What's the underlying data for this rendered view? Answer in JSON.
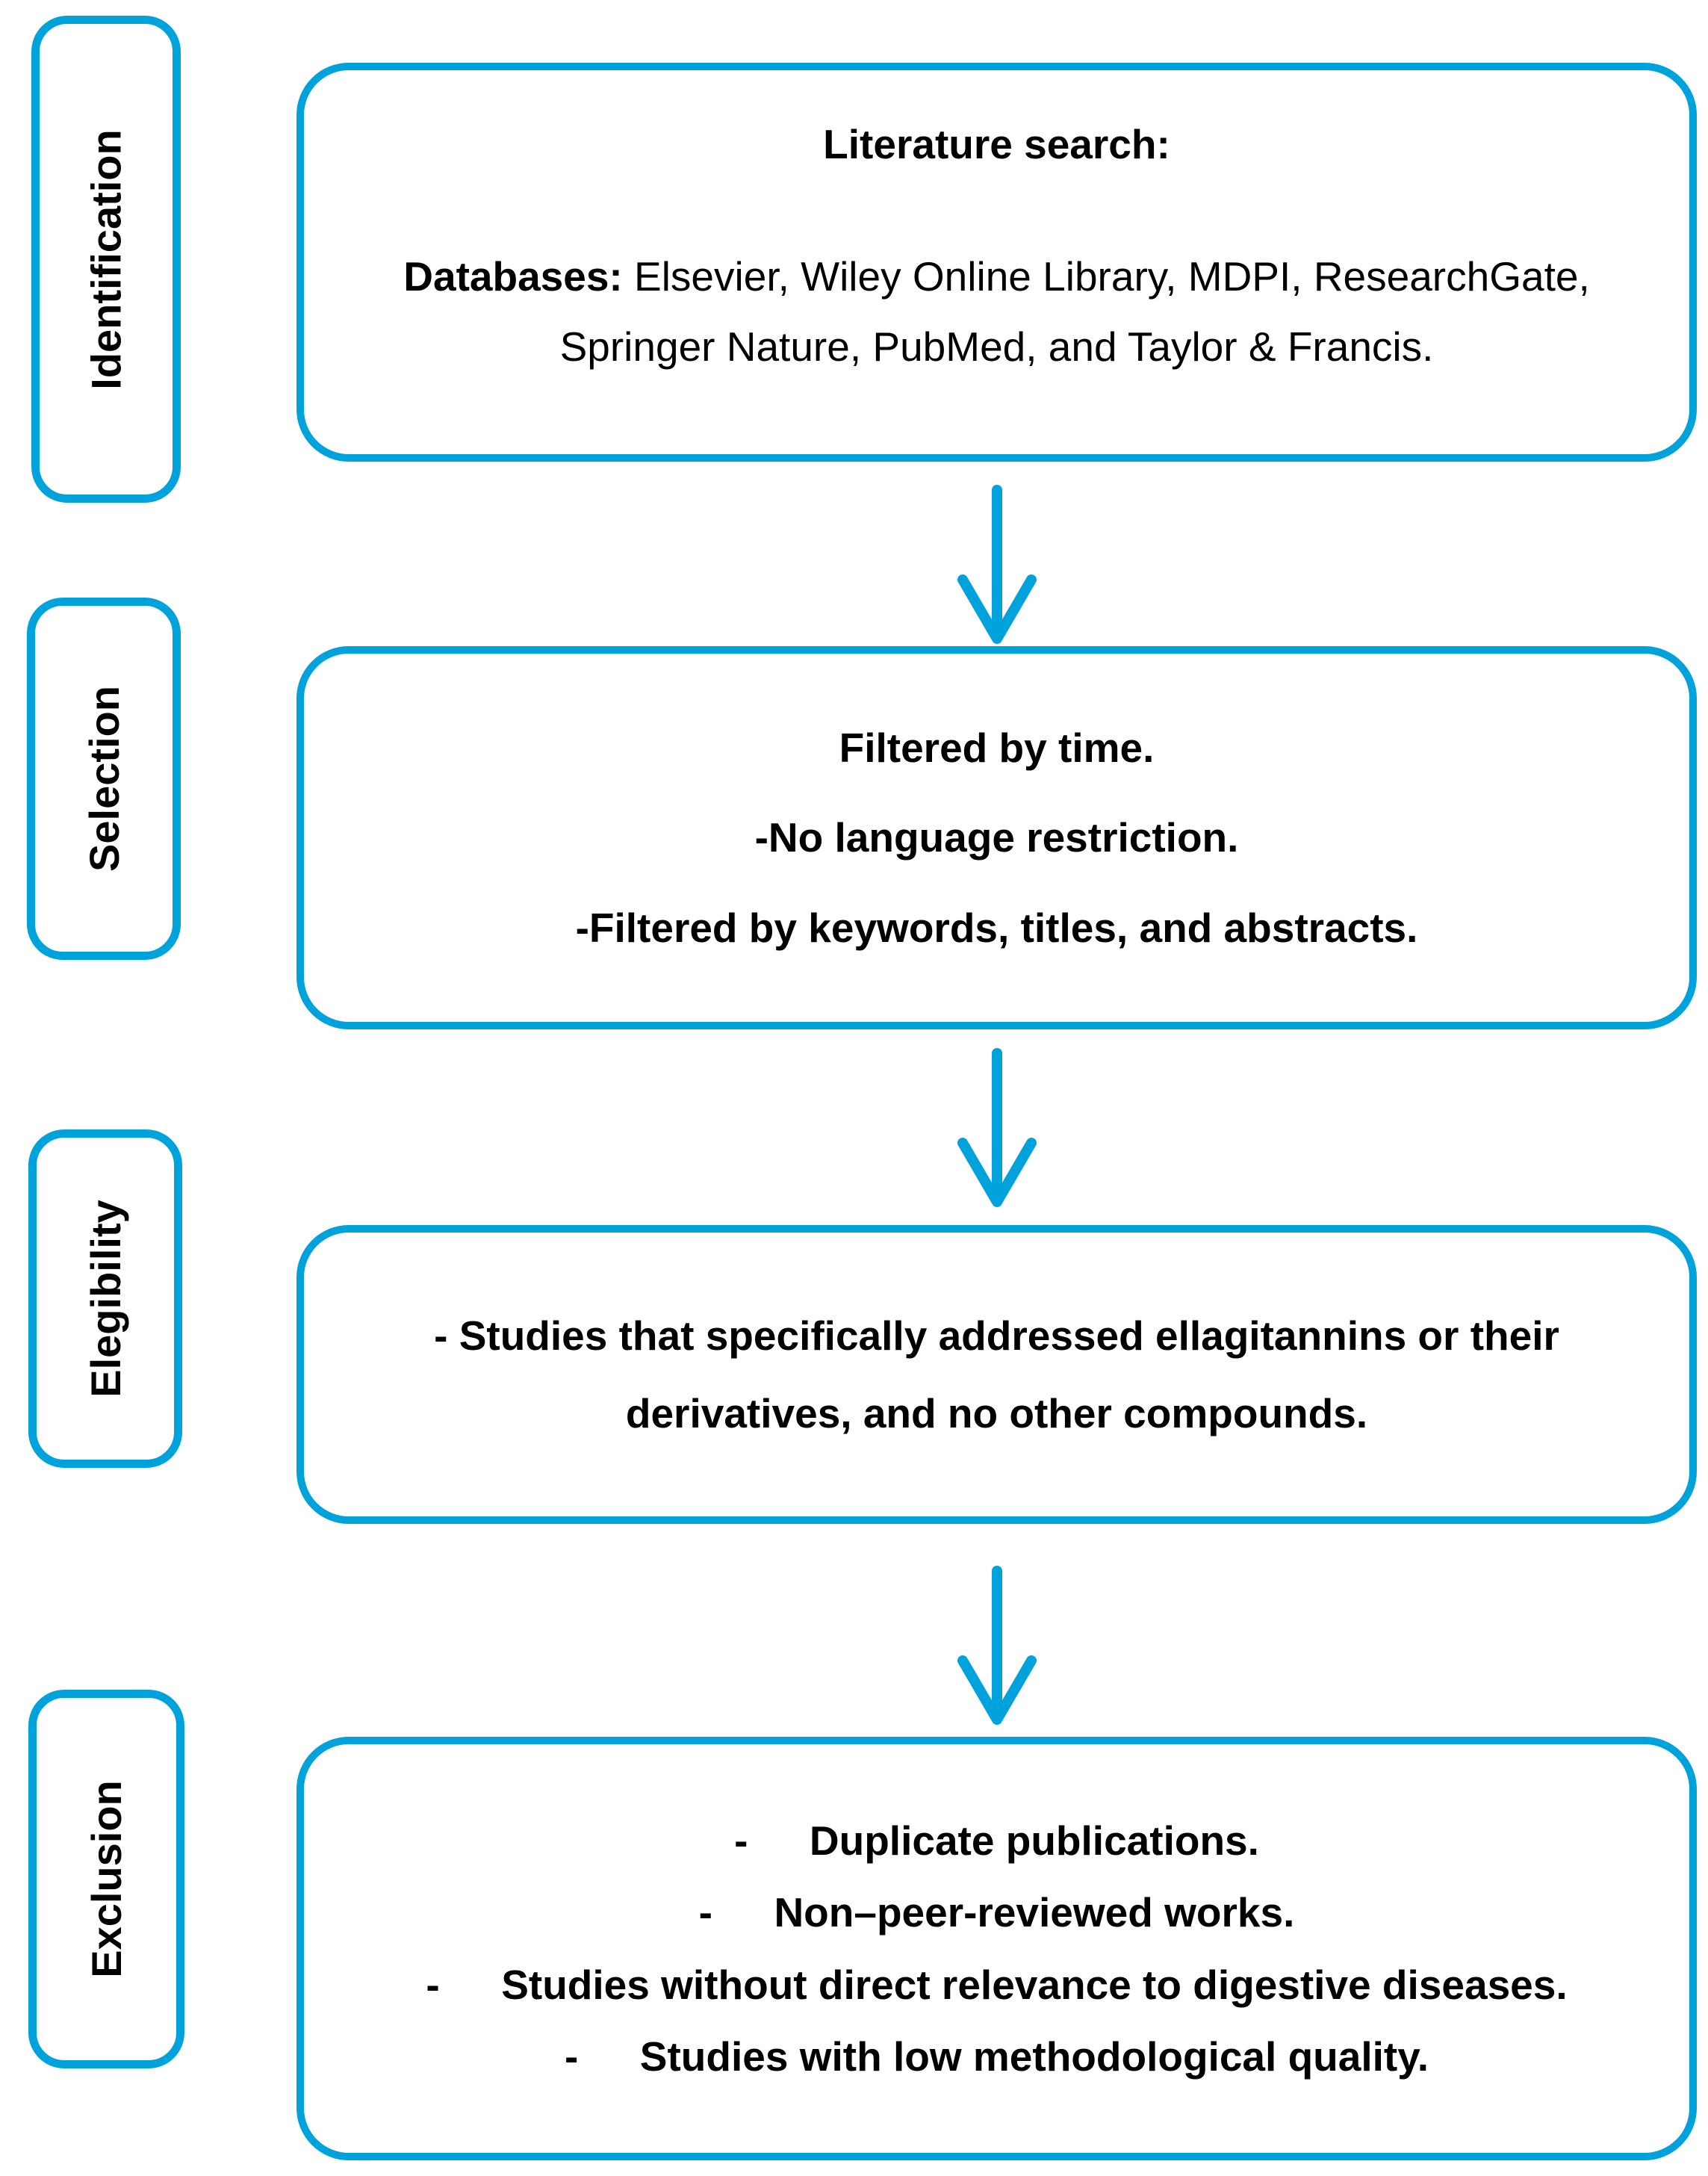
{
  "diagram": {
    "type": "flowchart",
    "colors": {
      "accent": "#00a2dc",
      "text": "#000000",
      "background": "#ffffff"
    },
    "stages": [
      {
        "label": "Identification",
        "title": "Literature search:",
        "body_lead": "Databases:",
        "body_text": " Elsevier, Wiley Online Library, MDPI, ResearchGate, Springer Nature, PubMed, and Taylor & Francis."
      },
      {
        "label": "Selection",
        "lines": [
          "Filtered by time.",
          "-No language restriction.",
          "-Filtered by keywords, titles, and abstracts."
        ]
      },
      {
        "label": "Elegibility",
        "lines": [
          "- Studies that specifically addressed ellagitannins or their derivatives, and no other compounds."
        ]
      },
      {
        "label": "Exclusion",
        "lines": [
          "-  Duplicate publications.",
          "-  Non–peer-reviewed works.",
          "-  Studies without direct relevance to digestive diseases.",
          "-  Studies with low methodological quality."
        ]
      }
    ]
  }
}
